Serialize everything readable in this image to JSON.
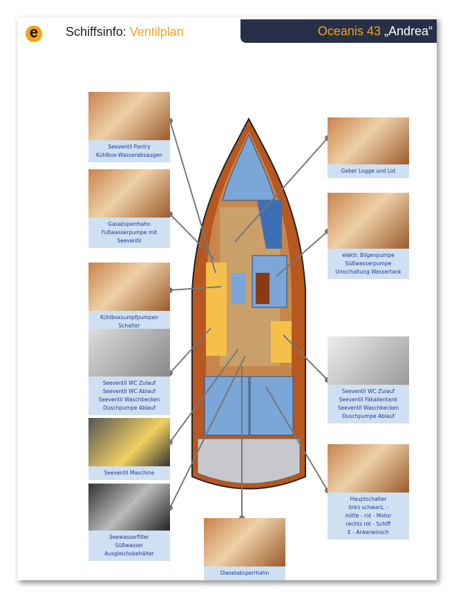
{
  "header": {
    "logo": "e",
    "title_prefix": "Schiffsinfo: ",
    "title_accent": "Ventilplan",
    "boat_accent": "Oceanis 43",
    "boat_name": " „Andrea“"
  },
  "cards": [
    {
      "label": "Seeventil Pantry\nKühlbox-Wasserabsaugen"
    },
    {
      "label": "Gasabsperrhahn\nFußwasserpumpe mit\nSeeventil"
    },
    {
      "label": "Kühlboxsumpfpumpen Schalter"
    },
    {
      "label": "Seeventil WC Zulauf\nSeeventil WC Ablauf\nSeeventil Waschbecken\nDuschpumpe Ablauf"
    },
    {
      "label": "Seeventil Maschine"
    },
    {
      "label": "Seewasserfilter\nSüßwasser Ausgleichsbehälter"
    },
    {
      "label": "Geber Logge und Lot"
    },
    {
      "label": "elektr. Bilgenpumpe\nSüßwasserpumpe\nUmschaltung Wassertank"
    },
    {
      "label": "Seeventil WC Zulauf\nSeeventil Fäkalientank\nSeeventil Waschbecken\nDuschpumpe Ablauf"
    },
    {
      "label": "Hauptschalter\nlinks schwarz, -\nmitte - rot - Motor\nrechts rot - Schiff\nE - Ankerwinsch"
    },
    {
      "label": "Dieselabsperrhahn"
    }
  ]
}
